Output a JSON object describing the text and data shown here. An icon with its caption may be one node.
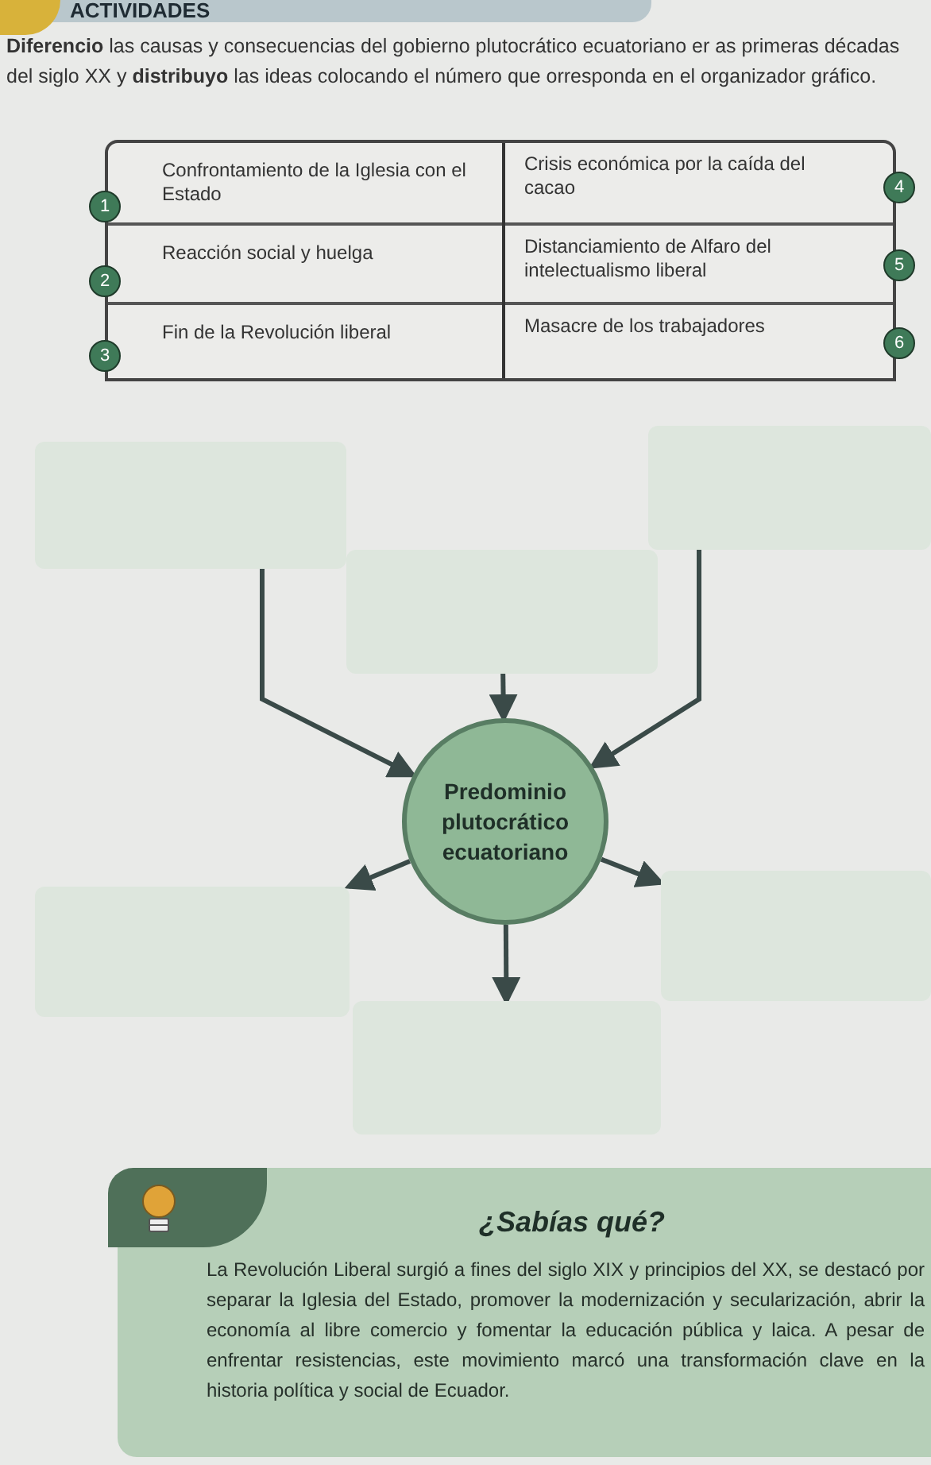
{
  "diagram": {
    "nodes": [
      {
        "text": [],
        "shape": "box"
      },
      {
        "text": [],
        "shape": "box"
      },
      {
        "text": [],
        "shape": "box"
      },
      {
        "text": [
          "Predominio plutocrático ecuatoriano"
        ]
      },
      {
        "text": [],
        "shape": "box"
      },
      {
        "text": [],
        "shape": "box"
      },
      {
        "text": [],
        "shape": "box"
      }
    ],
    "edges": [
      {
        "from": 0,
        "to": 3,
        "arrow": "to"
      },
      {
        "from": 1,
        "to": 3,
        "arrow": "to"
      },
      {
        "from": 2,
        "to": 3,
        "arrow": "to"
      },
      {
        "from": 3,
        "to": 4,
        "arrow": "to"
      },
      {
        "from": 3,
        "to": 5,
        "arrow": "to"
      },
      {
        "from": 3,
        "to": 6,
        "arrow": "to"
      }
    ],
    "labels": [
      "ACTIVIDADES",
      "**Diferencio** las causas y consecuencias del gobierno plutocrático ecuatoriano er as primeras décadas del siglo XX y **distribuyo** las ideas colocando el número que orresponda en el organizador gráfico.",
      "1",
      "Confrontamiento de la Iglesia con el Estado",
      "Crisis económica por la caída del cacao",
      "4",
      "2",
      "Reacción social y huelga",
      "Distanciamiento de Alfaro del intelectualismo liberal",
      "5",
      "3",
      "Fin de la Revolución liberal",
      "Masacre de los trabajadores",
      "6",
      "¿Sabías qué?",
      "La Revolución Liberal surgió a fines del siglo XIX y principios del XX, se destacó por separar la Iglesia del Estado, promover la modernización y secularización, abrir la economía al libre comercio y fomentar la educación pública y laica. A pesar de enfrentar resistencias, este movimiento marcó una transformación clave en la historia política y social de Ecuador."
    ]
  }
}
